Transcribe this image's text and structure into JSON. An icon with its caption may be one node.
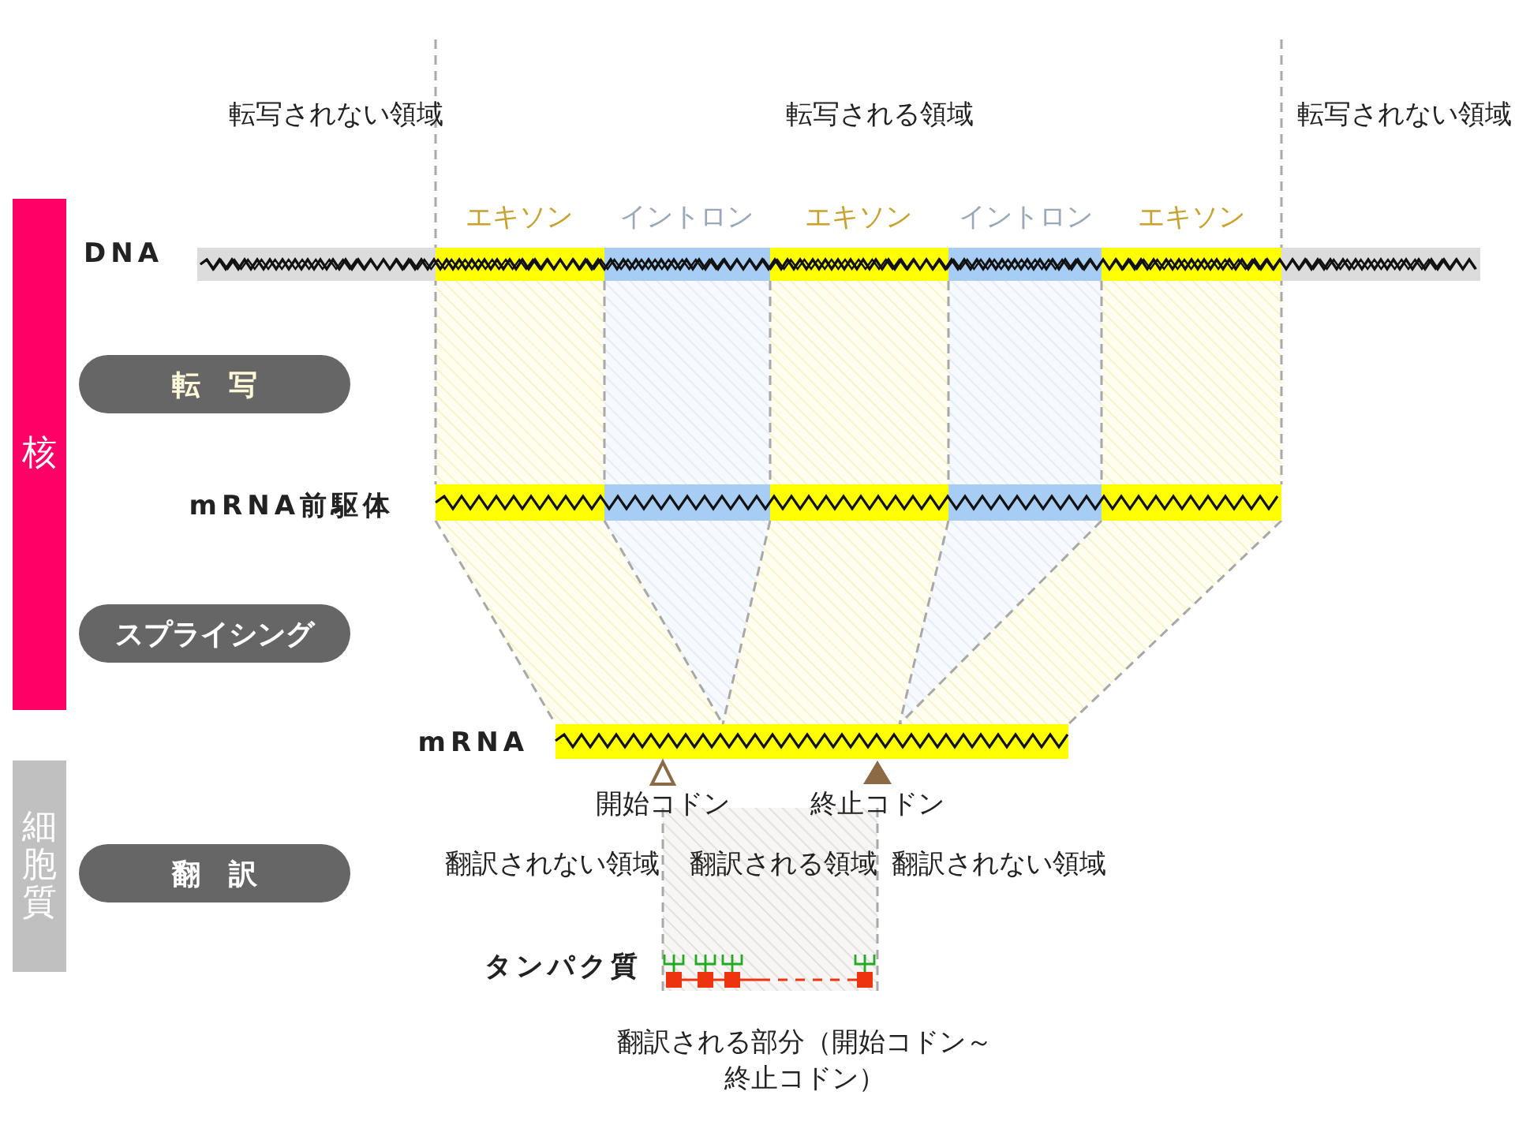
{
  "diagram": {
    "nodes": [
      {
        "text": [
          "核"
        ]
      },
      {
        "text": [
          "転　写"
        ]
      },
      {
        "text": [
          "スプライシング"
        ]
      },
      {
        "text": [
          "細胞質"
        ]
      },
      {
        "text": [
          "翻　訳"
        ]
      }
    ],
    "labels": [
      "転写されない領域",
      "転写される領域",
      "転写されない領域",
      "エキソン",
      "イントロン",
      "エキソン",
      "イントロン",
      "エキソン",
      "DNA",
      "mRNA前駆体",
      "mRNA",
      "開始コドン",
      "終止コドン",
      "翻訳されない領域",
      "翻訳される領域",
      "翻訳されない領域",
      "タンパク質",
      "翻訳される部分（開始コドン～終止コドン）"
    ]
  }
}
